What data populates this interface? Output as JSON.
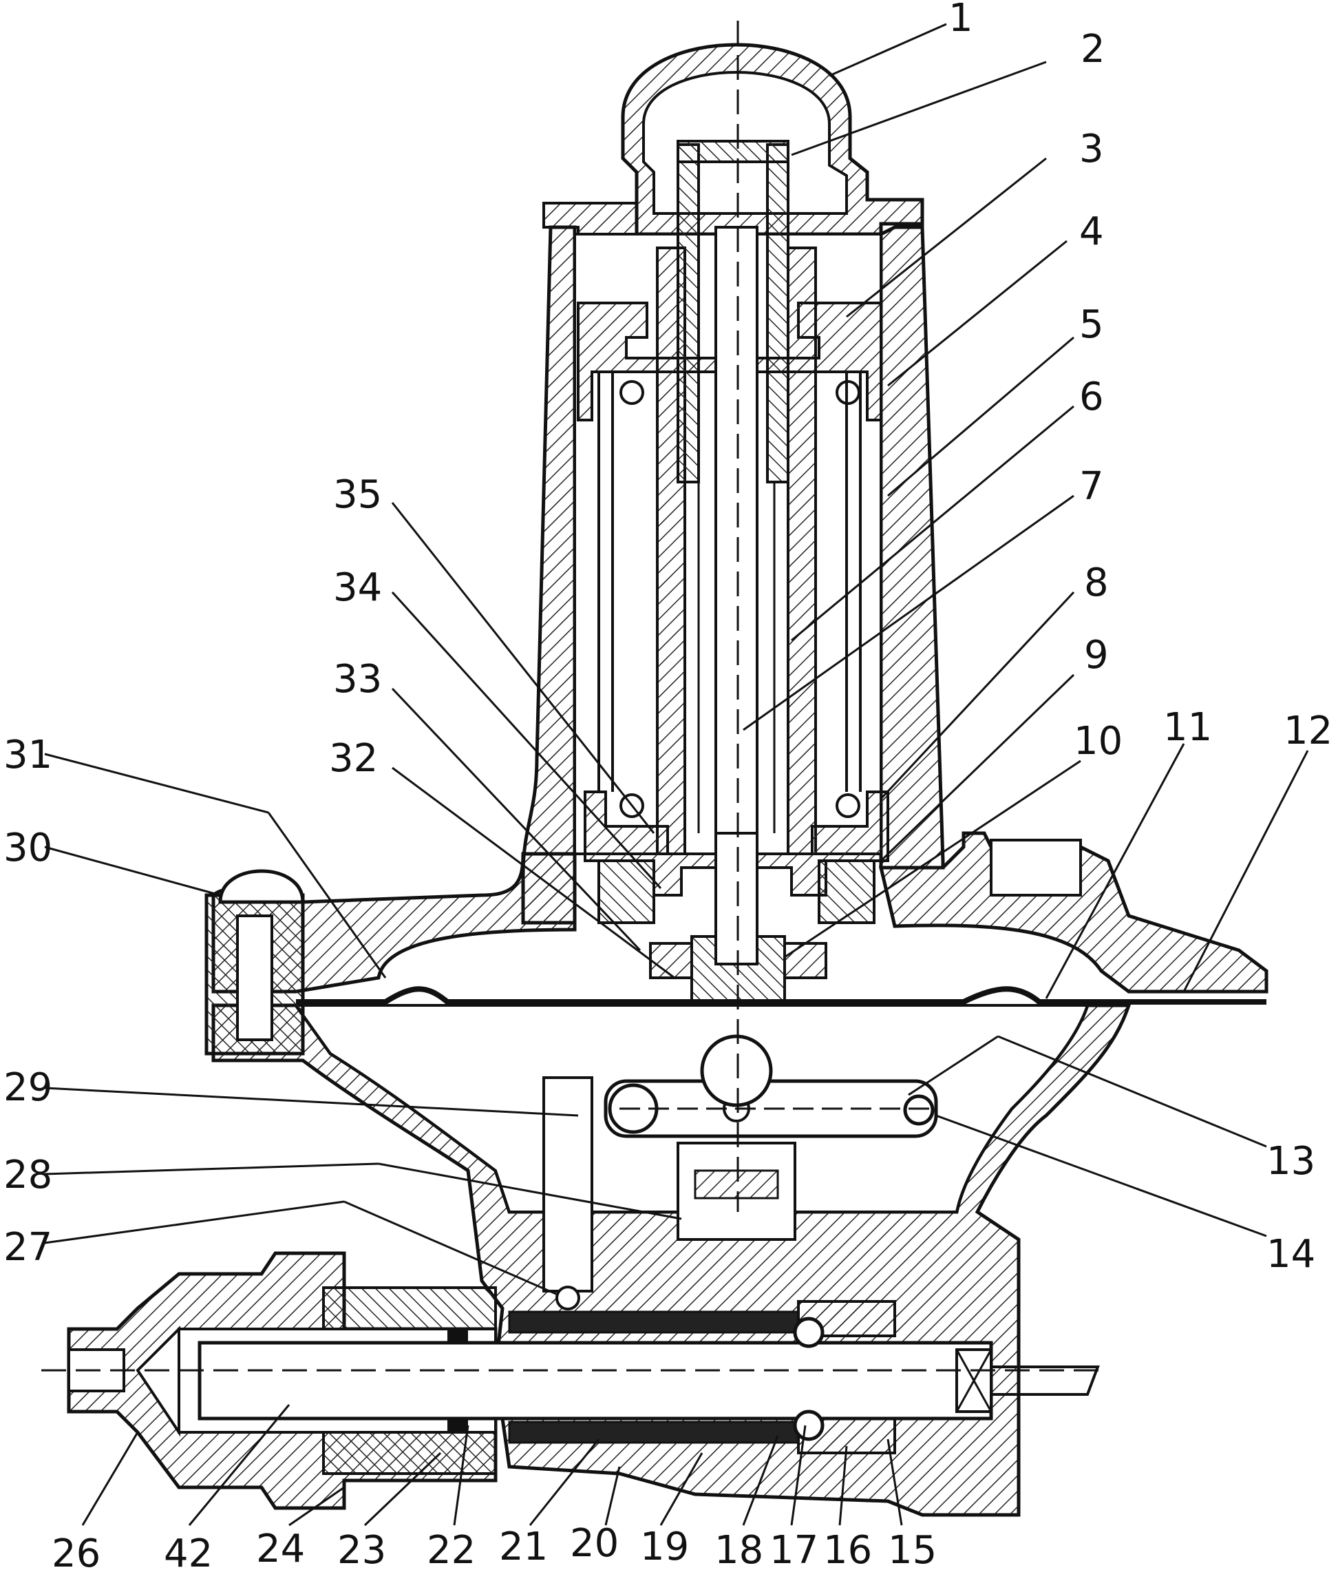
{
  "diagram": {
    "callouts": [
      {
        "id": "1",
        "text": "1"
      },
      {
        "id": "2",
        "text": "2"
      },
      {
        "id": "3",
        "text": "3"
      },
      {
        "id": "4",
        "text": "4"
      },
      {
        "id": "5",
        "text": "5"
      },
      {
        "id": "6",
        "text": "6"
      },
      {
        "id": "7",
        "text": "7"
      },
      {
        "id": "8",
        "text": "8"
      },
      {
        "id": "9",
        "text": "9"
      },
      {
        "id": "10",
        "text": "10"
      },
      {
        "id": "11",
        "text": "11"
      },
      {
        "id": "12",
        "text": "12"
      },
      {
        "id": "13",
        "text": "13"
      },
      {
        "id": "14",
        "text": "14"
      },
      {
        "id": "15",
        "text": "15"
      },
      {
        "id": "16",
        "text": "16"
      },
      {
        "id": "17",
        "text": "17"
      },
      {
        "id": "18",
        "text": "18"
      },
      {
        "id": "19",
        "text": "19"
      },
      {
        "id": "20",
        "text": "20"
      },
      {
        "id": "21",
        "text": "21"
      },
      {
        "id": "22",
        "text": "22"
      },
      {
        "id": "23",
        "text": "23"
      },
      {
        "id": "24",
        "text": "24"
      },
      {
        "id": "26",
        "text": "26"
      },
      {
        "id": "42",
        "text": "42"
      },
      {
        "id": "27",
        "text": "27"
      },
      {
        "id": "28",
        "text": "28"
      },
      {
        "id": "29",
        "text": "29"
      },
      {
        "id": "30",
        "text": "30"
      },
      {
        "id": "31",
        "text": "31"
      },
      {
        "id": "32",
        "text": "32"
      },
      {
        "id": "33",
        "text": "33"
      },
      {
        "id": "34",
        "text": "34"
      },
      {
        "id": "35",
        "text": "35"
      }
    ]
  }
}
